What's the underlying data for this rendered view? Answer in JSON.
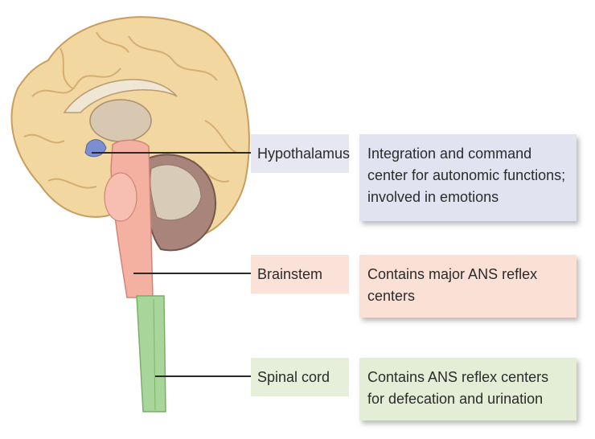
{
  "structures": [
    {
      "label": "Hypothalamus",
      "description": "Integration and command center for autonomic functions; involved in emotions",
      "label_color": "#e6e7f3",
      "desc_color": "#e2e3f1"
    },
    {
      "label": "Brainstem",
      "description": "Contains major ANS reflex centers",
      "label_color": "#fbe2d9",
      "desc_color": "#fbe0d6"
    },
    {
      "label": "Spinal cord",
      "description": "Contains ANS reflex centers for defecation and urination",
      "label_color": "#e6efd9",
      "desc_color": "#e4eed6"
    }
  ],
  "colors": {
    "cortex": "#f2d7a0",
    "cortex_shadow": "#d8b477",
    "cerebellum": "#a9847a",
    "brainstem": "#f4b1a1",
    "spinal_cord": "#a8d69a",
    "hypothalamus": "#7a8ed0"
  }
}
